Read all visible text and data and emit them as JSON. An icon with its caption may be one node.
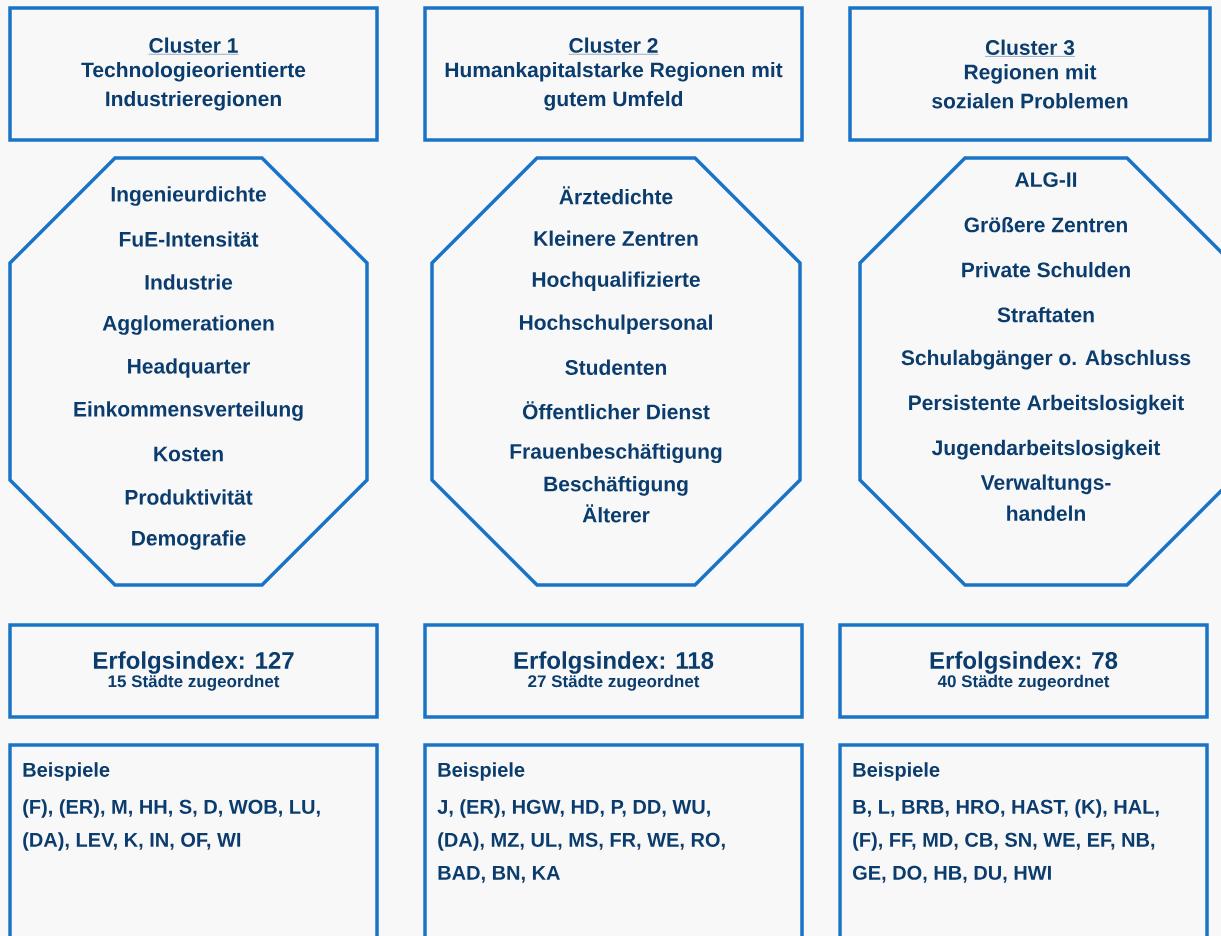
{
  "diagram": {
    "nodes": [
      {
        "text": [
          "Cluster 1",
          "Technologieorientierte Industrieregionen"
        ]
      },
      {
        "text": [
          "Cluster 2",
          "Humankapitalstarke Regionen mit gutem Umfeld"
        ]
      },
      {
        "text": [
          "Cluster 3",
          "Regionen mit sozialen Problemen"
        ]
      },
      {
        "text": [
          "Ingenieurdichte",
          "FuE-Intensität",
          "Industrie",
          "Agglomerationen",
          "Headquarter",
          "Einkommensverteilung",
          "Kosten",
          "Produktivität",
          "Demografie"
        ]
      },
      {
        "text": [
          "Ärztedichte",
          "Kleinere Zentren",
          "Hochqualifizierte",
          "Hochschulpersonal",
          "Studenten",
          "Öffentlicher Dienst",
          "Frauenbeschäftigung",
          "Beschäftigung Älterer"
        ]
      },
      {
        "text": [
          "ALG-II",
          "Größere Zentren",
          "Private Schulden",
          "Straftaten",
          "Schulabgänger o. Abschluss",
          "Persistente Arbeitslosigkeit",
          "Jugendarbeitslosigkeit",
          "Verwaltungs- handeln"
        ]
      },
      {
        "text": [
          "Erfolgsindex: 127",
          "15 Städte zugeordnet"
        ]
      },
      {
        "text": [
          "Erfolgsindex: 118",
          "27 Städte zugeordnet"
        ]
      },
      {
        "text": [
          "Erfolgsindex: 78",
          "40 Städte zugeordnet"
        ]
      },
      {
        "text": [
          "Beispiele",
          "(F), (ER), M, HH, S, D, WOB, LU, (DA), LEV, K, IN, OF, WI"
        ]
      },
      {
        "text": [
          "Beispiele",
          "J, (ER), HGW, HD, P, DD, WU, (DA), MZ, UL, MS, FR, WE, RO, BAD, BN, KA"
        ]
      },
      {
        "text": [
          "Beispiele",
          "B, L, BRB, HRO, HAST, (K), HAL, (F), FF, MD, CB, SN, WE, EF, NB, GE, DO, HB, DU, HWI"
        ]
      }
    ]
  }
}
